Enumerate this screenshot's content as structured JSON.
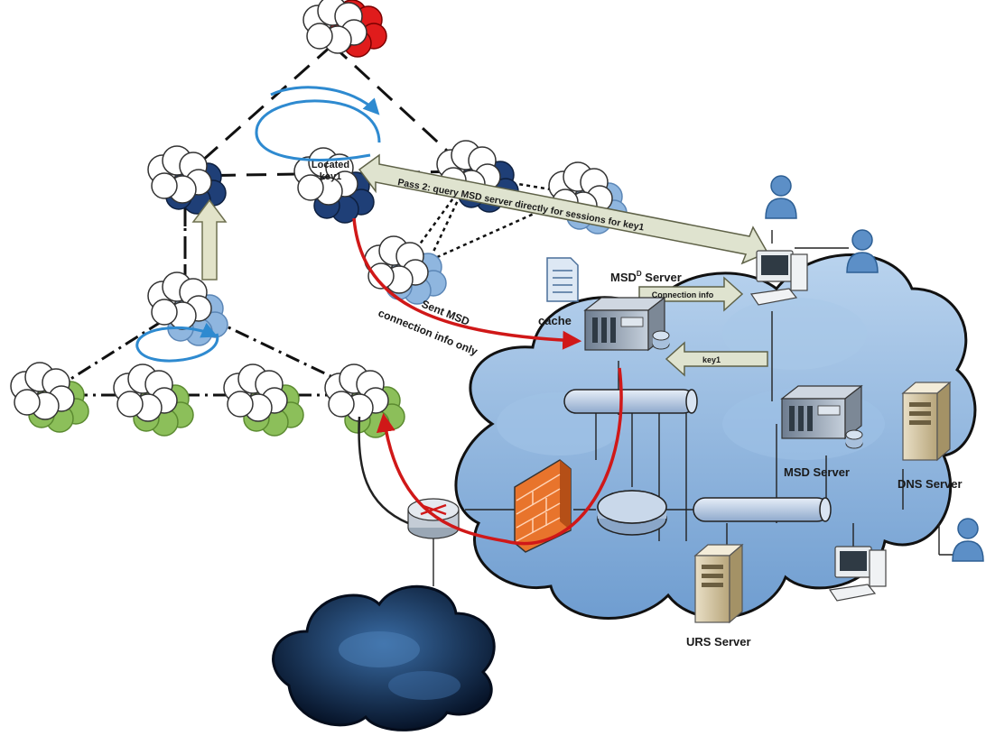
{
  "labels": {
    "located": "Located",
    "key1_node": "key1",
    "pass2": "Pass 2: query MSD server directly for sessions for key1",
    "connection_info": "Connection info",
    "key1_arrow": "key1",
    "cache": "cache",
    "msdd_server": "MSD",
    "msdd_sup": "D",
    "msdd_server_suffix": " Server",
    "sent_msd_line1": "Sent MSD",
    "sent_msd_line2": "connection info only",
    "msd_server": "MSD Server",
    "dns_server": "DNS Server",
    "urs_server": "URS Server"
  },
  "colors": {
    "cloud_blue": "#8fb6df",
    "red_path": "#d01818",
    "dark_blue": "#1f3f77",
    "green": "#8cbf5a",
    "loop_blue": "#2e8ad0",
    "firewall": "#e8742c",
    "storm": "#0c1a33"
  }
}
